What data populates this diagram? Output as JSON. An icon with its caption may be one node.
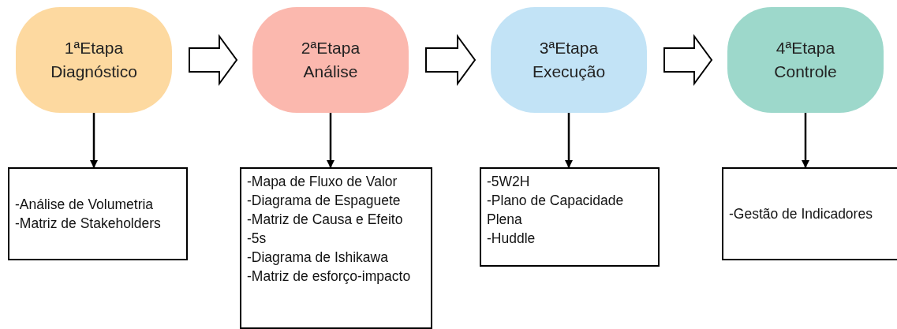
{
  "diagram": {
    "nodes": [
      {
        "text": [
          "1ªEtapa",
          "Diagnóstico"
        ]
      },
      {
        "text": [
          "2ªEtapa",
          "Análise"
        ]
      },
      {
        "text": [
          "3ªEtapa",
          "Execução"
        ]
      },
      {
        "text": [
          "4ªEtapa",
          "Controle"
        ]
      },
      {
        "text": [
          "-Análise de Volumetria",
          "-Matriz de Stakeholders"
        ]
      },
      {
        "text": [
          "-Mapa de Fluxo de Valor",
          "-Diagrama de Espaguete",
          "-Matriz de Causa e Efeito",
          "-5s",
          "-Diagrama de Ishikawa",
          "-Matriz de esforço-impacto"
        ]
      },
      {
        "text": [
          "-5W2H",
          "-Plano de Capacidade Plena",
          "-Huddle"
        ]
      },
      {
        "text": [
          "-Gestão de Indicadores"
        ]
      }
    ],
    "edges": [
      {
        "from": 0,
        "to": 1,
        "arrow": "to",
        "style": "thick"
      },
      {
        "from": 1,
        "to": 2,
        "arrow": "to",
        "style": "thick"
      },
      {
        "from": 2,
        "to": 3,
        "arrow": "to",
        "style": "thick"
      },
      {
        "from": 0,
        "to": 4,
        "arrow": "to"
      },
      {
        "from": 1,
        "to": 5,
        "arrow": "to"
      },
      {
        "from": 2,
        "to": 6,
        "arrow": "to"
      },
      {
        "from": 3,
        "to": 7,
        "arrow": "to"
      }
    ]
  }
}
